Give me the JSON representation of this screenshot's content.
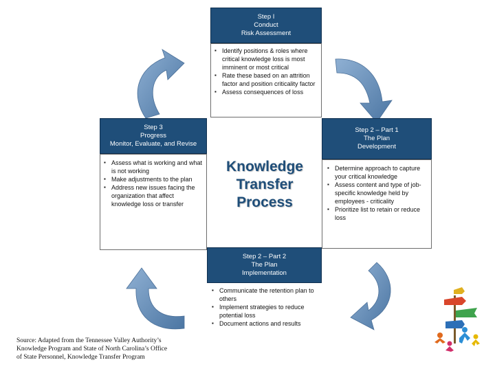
{
  "title": [
    "Knowledge",
    "Transfer",
    "Process"
  ],
  "step1": {
    "header": [
      "Step I",
      "Conduct",
      "Risk Assessment"
    ],
    "bullets": [
      "Identify positions & roles where critical knowledge loss is most imminent or most critical",
      "Rate these based on an attrition factor and position criticality factor",
      "Assess consequences of loss"
    ]
  },
  "step2p1": {
    "header": [
      "Step 2 – Part 1",
      "The Plan",
      "Development"
    ],
    "bullets": [
      "Determine approach to capture your critical knowledge",
      "Assess content and type of job-specific knowledge held by employees - criticality",
      "Prioritize list to retain or reduce loss"
    ]
  },
  "step2p2": {
    "header": [
      "Step 2 – Part 2",
      "The Plan",
      "Implementation"
    ],
    "bullets": [
      "Communicate the retention plan to others",
      "Implement strategies to reduce potential loss",
      "Document actions and results"
    ]
  },
  "step3": {
    "header": [
      "Step 3",
      "Progress",
      "Monitor, Evaluate, and Revise"
    ],
    "bullets": [
      "Assess what is working and what is not working",
      "Make adjustments to the plan",
      "Address new issues facing the organization that affect knowledge loss or transfer"
    ]
  },
  "source": [
    "Source: Adapted from the Tennessee Valley Authority’s",
    "Knowledge Program and State of North Carolina’s Office",
    "of State Personnel, Knowledge Transfer Program"
  ],
  "icons": [
    "curved-arrow-icon",
    "signpost-people-icon"
  ],
  "colors": {
    "header": "#1f4e79",
    "arrow": "#5e86b0",
    "title": "#1f4e79"
  }
}
